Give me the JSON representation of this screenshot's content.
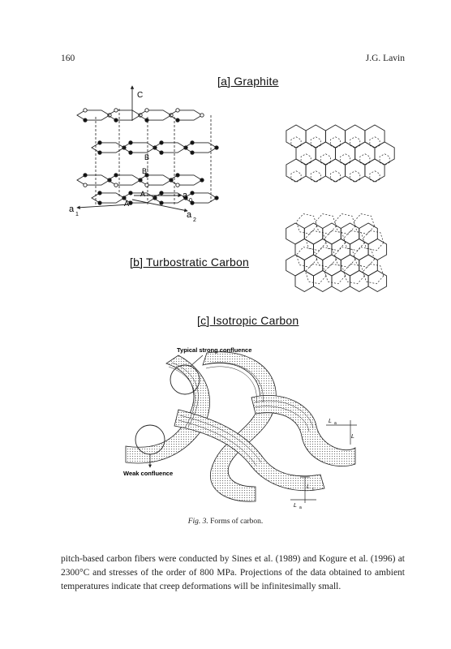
{
  "header": {
    "page_number": "160",
    "running_head": "J.G. Lavin"
  },
  "figure": {
    "section_a": "[a]  Graphite",
    "section_b": "[b]  Turbostratic Carbon",
    "section_c": "[c]  Isotropic Carbon",
    "graphite_labels": {
      "c_axis": "C",
      "a1_axis": "a",
      "a1_sub": "1",
      "a2_axis": "a",
      "a2_sub": "2",
      "a0_axis": "a",
      "a0_sub": "0",
      "A": "A",
      "A_prime": "A'",
      "B": "B",
      "B_prime": "B'"
    },
    "isotropic_labels": {
      "strong": "Typical strong confluence",
      "weak": "Weak confluence",
      "la": "L",
      "la_sub": "a",
      "lc": "L",
      "lc_sub": "c"
    },
    "caption_label": "Fig. 3.",
    "caption_text": " Forms of carbon."
  },
  "body": {
    "paragraph": "pitch-based carbon fibers were conducted by Sines et al. (1989) and Kogure et al. (1996) at 2300°C and stresses of the order of 800 MPa. Projections of the data obtained to ambient temperatures indicate that creep deformations will be infinitesimally small."
  }
}
